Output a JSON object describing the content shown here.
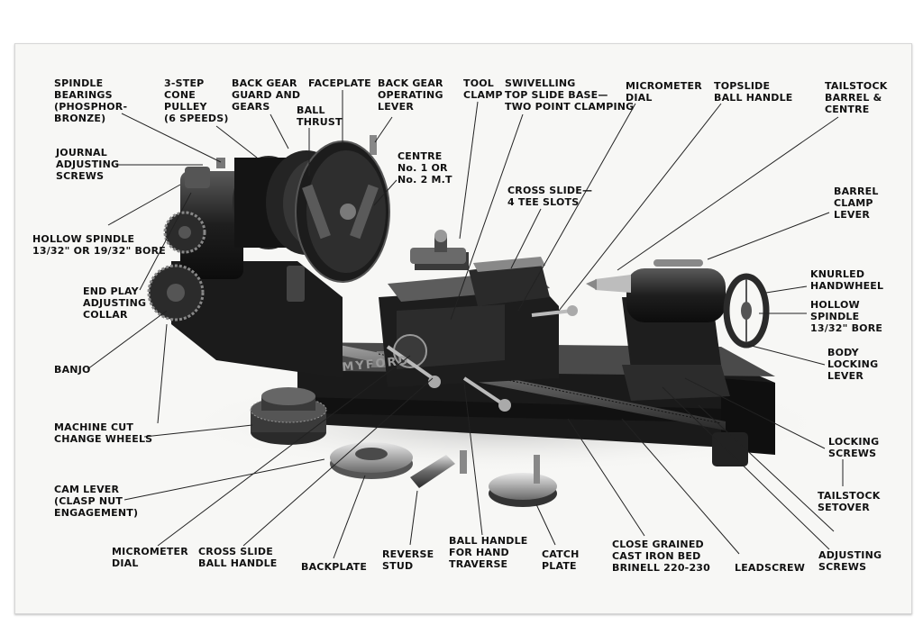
{
  "labels": {
    "spindle_bearings": "SPINDLE\nBEARINGS\n(PHOSPHOR-\nBRONZE)",
    "cone_pulley": "3-STEP\nCONE\nPULLEY\n(6 SPEEDS)",
    "back_gear_guard": "BACK GEAR\nGUARD AND\nGEARS",
    "ball_thrust": "BALL\nTHRUST",
    "faceplate": "FACEPLATE",
    "back_gear_lever": "BACK GEAR\nOPERATING\nLEVER",
    "tool_clamp": "TOOL\nCLAMP",
    "swivelling_base": "SWIVELLING\nTOP SLIDE BASE—\nTWO POINT CLAMPING",
    "micrometer_dial_top": "MICROMETER\nDIAL",
    "topslide_ball_handle": "TOPSLIDE\nBALL HANDLE",
    "tailstock_barrel": "TAILSTOCK\nBARREL &\nCENTRE",
    "journal_screws": "JOURNAL\nADJUSTING\nSCREWS",
    "centre": "CENTRE\nNo. 1 OR\nNo. 2 M.T",
    "cross_slide_slots": "CROSS SLIDE—\n4 TEE SLOTS",
    "barrel_clamp_lever": "BARREL\nCLAMP\nLEVER",
    "hollow_spindle_left": "HOLLOW SPINDLE\n13/32\" OR 19/32\" BORE",
    "knurled_handwheel": "KNURLED\nHANDWHEEL",
    "hollow_spindle_right": "HOLLOW\nSPINDLE\n13/32\" BORE",
    "end_play_collar": "END PLAY\nADJUSTING\nCOLLAR",
    "body_locking_lever": "BODY\nLOCKING\nLEVER",
    "banjo": "BANJO",
    "change_wheels": "MACHINE CUT\nCHANGE WHEELS",
    "locking_screws": "LOCKING\nSCREWS",
    "cam_lever": "CAM LEVER\n(CLASP NUT\nENGAGEMENT)",
    "tailstock_setover": "TAILSTOCK\nSETOVER",
    "micrometer_dial_bottom": "MICROMETER\nDIAL",
    "cross_slide_ball_handle": "CROSS SLIDE\nBALL HANDLE",
    "backplate": "BACKPLATE",
    "reverse_stud": "REVERSE\nSTUD",
    "ball_handle_traverse": "BALL HANDLE\nFOR HAND\nTRAVERSE",
    "catch_plate": "CATCH\nPLATE",
    "close_grained_bed": "CLOSE GRAINED\nCAST IRON BED\nBRINELL 220-230",
    "leadscrew": "LEADSCREW",
    "adjusting_screws": "ADJUSTING\nSCREWS"
  },
  "brand_text": "MYFORD",
  "colors": {
    "ink": "#111111",
    "metal_dark": "#1a1a1a",
    "metal_mid": "#3a3a3a",
    "metal_light": "#8a8a8a",
    "card": "#f7f7f5"
  }
}
